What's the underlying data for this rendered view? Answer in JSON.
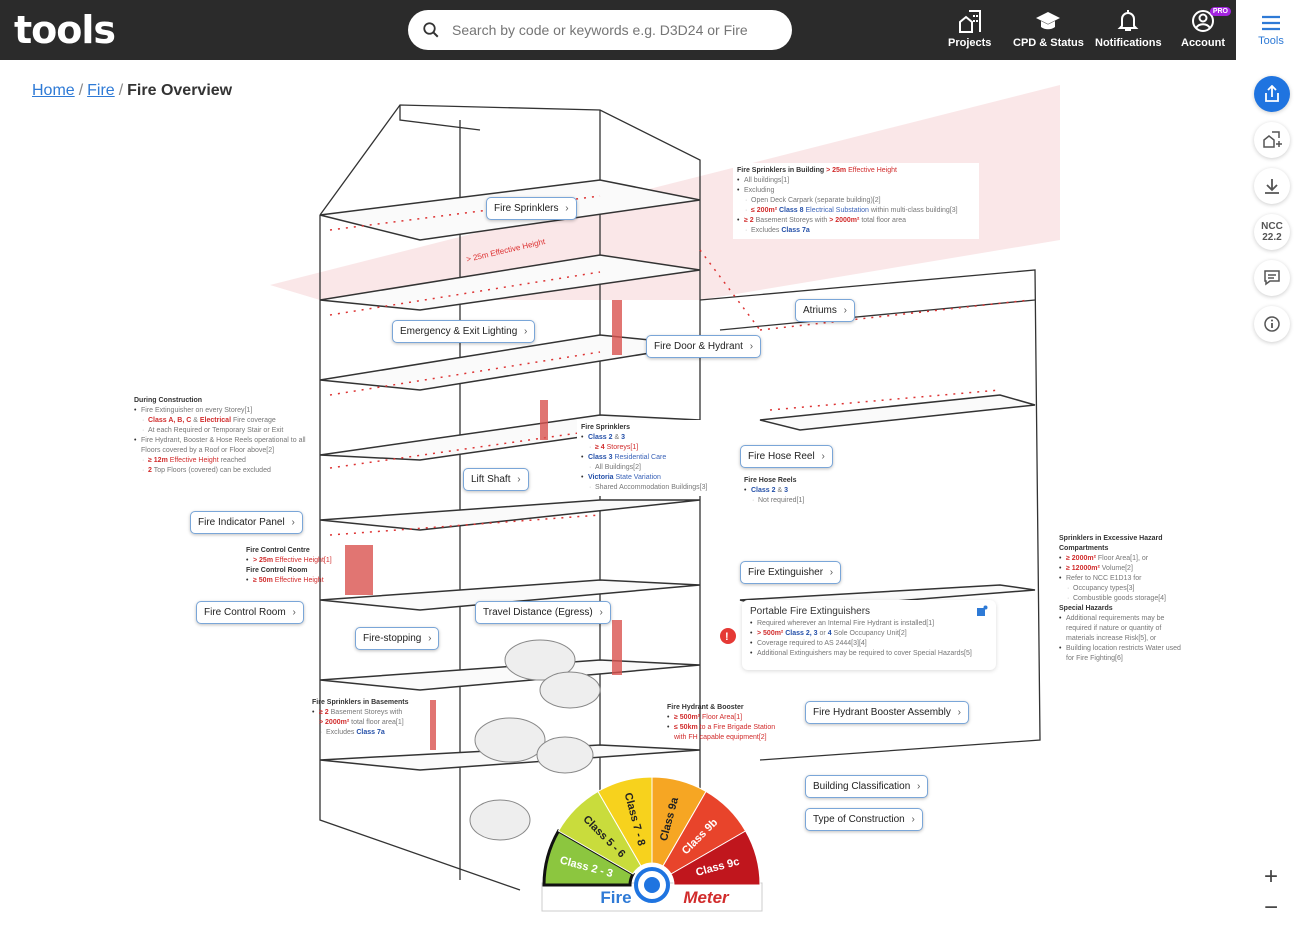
{
  "header": {
    "logo": "tools",
    "search_placeholder": "Search by code or keywords e.g. D3D24 or Fire",
    "nav": [
      {
        "label": "Projects",
        "icon": "buildings-icon"
      },
      {
        "label": "CPD & Status",
        "icon": "graduation-cap-icon"
      },
      {
        "label": "Notifications",
        "icon": "bell-icon"
      },
      {
        "label": "Account",
        "icon": "account-icon",
        "badge": "PRO"
      }
    ],
    "tools_label": "Tools"
  },
  "breadcrumb": {
    "home": "Home",
    "fire": "Fire",
    "current": "Fire Overview",
    "sep": "/"
  },
  "sidebar": {
    "ncc": "NCC",
    "ncc_version": "22.2"
  },
  "zoom": {
    "in": "+",
    "out": "−"
  },
  "hotspots": {
    "fire_sprinklers": "Fire Sprinklers",
    "emergency": "Emergency & Exit Lighting",
    "fire_door": "Fire Door & Hydrant",
    "atriums": "Atriums",
    "lift_shaft": "Lift Shaft",
    "hose_reel": "Fire Hose Reel",
    "indicator_panel": "Fire Indicator Panel",
    "control_room": "Fire Control Room",
    "extinguisher": "Fire Extinguisher",
    "travel": "Travel Distance (Egress)",
    "firestopping": "Fire-stopping",
    "booster": "Fire Hydrant Booster Assembly",
    "classification": "Building Classification",
    "construction": "Type of Construction"
  },
  "diagram": {
    "height_label": "> 25m Effective Height"
  },
  "notes": {
    "sprinklers_building": {
      "title": "Fire Sprinklers in Building",
      "title_hl": "> 25m",
      "title_rest": "Effective Height",
      "l1": "All buildings[1]",
      "l2": "Excluding",
      "l3": "Open Deck Carpark (separate building)[2]",
      "l4a": "≤ 200m²",
      "l4b": "Class 8",
      "l4c": "Electrical Substation",
      "l4d": "within multi-class building[3]",
      "l5a": "≥ 2",
      "l5b": "Basement Storeys with",
      "l5c": "> 2000m²",
      "l5d": "total floor area",
      "l6a": "Excludes",
      "l6b": "Class 7a"
    },
    "construction": {
      "title": "During Construction",
      "l1": "Fire Extinguisher on every Storey[1]",
      "l2a": "Class A, B, C",
      "l2b": "&",
      "l2c": "Electrical",
      "l2d": "Fire coverage",
      "l3": "At each Required or Temporary Stair or Exit",
      "l4": "Fire Hydrant, Booster & Hose Reels operational to all Floors covered by a Roof or Floor above[2]",
      "l5a": "≥ 12m",
      "l5b": "Effective Height",
      "l5c": "reached",
      "l6a": "2",
      "l6b": "Top Floors (covered) can be excluded"
    },
    "control": {
      "t1": "Fire Control Centre",
      "l1a": "> 25m",
      "l1b": "Effective Height[1]",
      "t2": "Fire Control Room",
      "l2a": "≥ 50m",
      "l2b": "Effective Height"
    },
    "sprinklers_mid": {
      "title": "Fire Sprinklers",
      "l1a": "Class 2",
      "l1b": "&",
      "l1c": "3",
      "l2a": "≥ 4",
      "l2b": "Storeys[1]",
      "l3a": "Class 3",
      "l3b": "Residential Care",
      "l4": "All Buildings[2]",
      "l5a": "Victoria",
      "l5b": "State Variation",
      "l6": "Shared Accommodation Buildings[3]"
    },
    "hose": {
      "title": "Fire Hose Reels",
      "l1a": "Class 2",
      "l1b": "&",
      "l1c": "3",
      "l2": "Not required[1]"
    },
    "hazard": {
      "title": "Sprinklers in Excessive Hazard Compartments",
      "l1a": "≥ 2000m²",
      "l1b": "Floor Area[1], or",
      "l2a": "≥ 12000m²",
      "l2b": "Volume[2]",
      "l3": "Refer to NCC E1D13 for",
      "l4": "Occupancy types[3]",
      "l5": "Combustible goods storage[4]",
      "t2": "Special Hazards",
      "l6": "Additional requirements may be required if nature or quantity of materials increase Risk[5], or",
      "l7": "Building location restricts Water used for Fire Fighting[6]"
    },
    "pfe": {
      "title": "Portable Fire Extinguishers",
      "l1": "Required wherever an Internal Fire Hydrant is installed[1]",
      "l2a": "> 500m²",
      "l2b": "Class 2, 3",
      "l2c": "or",
      "l2d": "4",
      "l2e": "Sole Occupancy Unit[2]",
      "l3": "Coverage required to AS 2444[3][4]",
      "l4": "Additional Extinguishers may be required to cover Special Hazards[5]"
    },
    "basements": {
      "title": "Fire Sprinklers in Basements",
      "l1a": "≥ 2",
      "l1b": "Basement Storeys with",
      "l2a": "> 2000m²",
      "l2b": "total floor area[1]",
      "l3a": "Excludes",
      "l3b": "Class 7a"
    },
    "hydrant": {
      "title": "Fire Hydrant & Booster",
      "l1a": "≥ 500m²",
      "l1b": "Floor Area[1]",
      "l2a": "≤ 50km",
      "l2b": "to a Fire Brigade Station with FH capable equipment[2]"
    }
  },
  "gauge": {
    "segments": [
      {
        "label": "Class 2 - 3",
        "color": "#8cc63f"
      },
      {
        "label": "Class 5 - 6",
        "color": "#c9dc3c"
      },
      {
        "label": "Class 7 - 8",
        "color": "#f7d21d"
      },
      {
        "label": "Class 9a",
        "color": "#f6a623"
      },
      {
        "label": "Class 9b",
        "color": "#e8442b"
      },
      {
        "label": "Class 9c",
        "color": "#c0161d"
      }
    ],
    "word1": "Fire",
    "word2": "Meter",
    "selected": "Class 2 - 3"
  }
}
